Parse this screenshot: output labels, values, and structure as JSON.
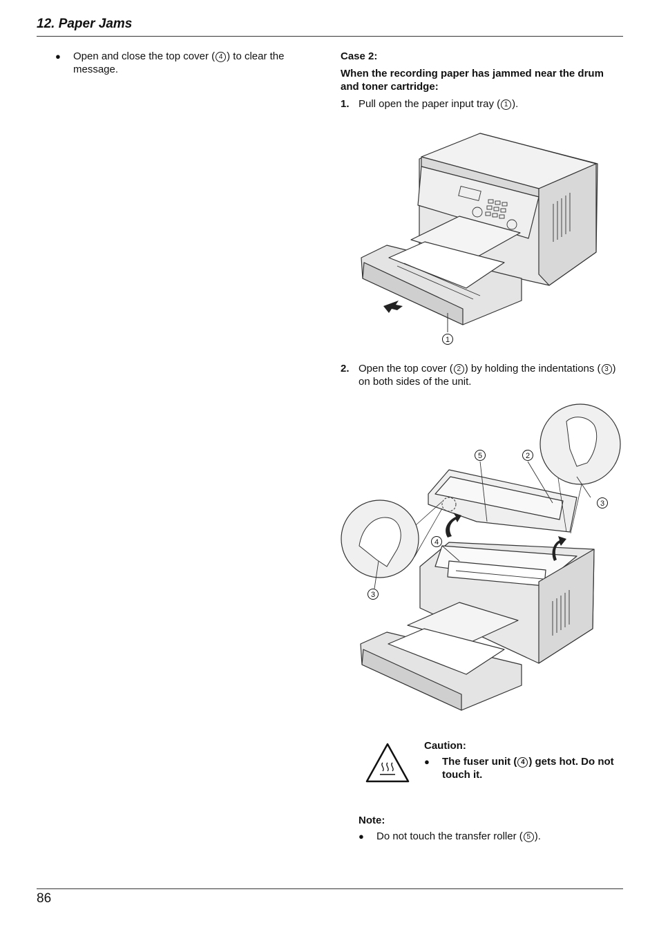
{
  "header": {
    "title": "12. Paper Jams"
  },
  "footer": {
    "page_number": "86"
  },
  "left_column": {
    "bullet_before": "Open and close the top cover (",
    "bullet_ref": "4",
    "bullet_after": ") to clear the message."
  },
  "right_column": {
    "case_label": "Case 2:",
    "case_heading": "When the recording paper has jammed near the drum and toner cartridge:",
    "step1": {
      "num": "1.",
      "before": "Pull open the paper input tray (",
      "ref": "1",
      "after": ")."
    },
    "step2": {
      "num": "2.",
      "before": "Open the top cover (",
      "ref1": "2",
      "middle": ") by holding the indentations (",
      "ref2": "3",
      "after": ") on both sides of the unit."
    },
    "figure1": {
      "callout": "1"
    },
    "figure2": {
      "callouts": {
        "c5": "5",
        "c2": "2",
        "c3_right": "3",
        "c4": "4",
        "c3_left": "3"
      }
    },
    "caution": {
      "title": "Caution:",
      "before": "The fuser unit (",
      "ref": "4",
      "after": ") gets hot. Do not touch it."
    },
    "note": {
      "title": "Note:",
      "before": "Do not touch the transfer roller (",
      "ref": "5",
      "after": ")."
    }
  }
}
